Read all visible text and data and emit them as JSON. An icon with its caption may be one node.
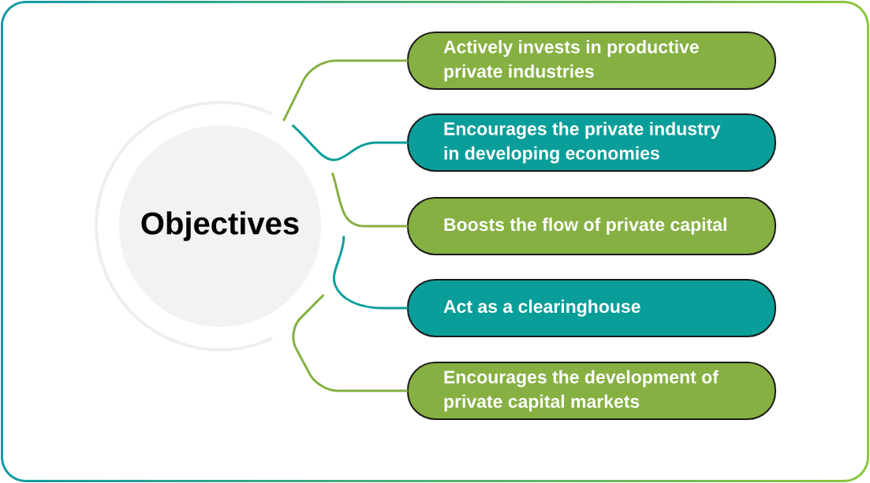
{
  "diagram": {
    "nodes": [
      {
        "text": [
          "Objectives"
        ]
      },
      {
        "text": [
          "Actively invests in productive private industries"
        ]
      },
      {
        "text": [
          "Encourages the private industry in developing economies"
        ]
      },
      {
        "text": [
          "Boosts the flow of private capital"
        ]
      },
      {
        "text": [
          "Act as a clearinghouse"
        ]
      },
      {
        "text": [
          "Encourages the development of private capital markets"
        ]
      }
    ],
    "edges": [
      {
        "from": 0,
        "to": 1,
        "arrow": "none"
      },
      {
        "from": 0,
        "to": 2,
        "arrow": "none",
        "color": "#0a9e9a"
      },
      {
        "from": 0,
        "to": 3,
        "arrow": "none"
      },
      {
        "from": 0,
        "to": 4,
        "arrow": "none",
        "color": "#0a9e9a"
      },
      {
        "from": 0,
        "to": 5,
        "arrow": "none"
      }
    ]
  }
}
